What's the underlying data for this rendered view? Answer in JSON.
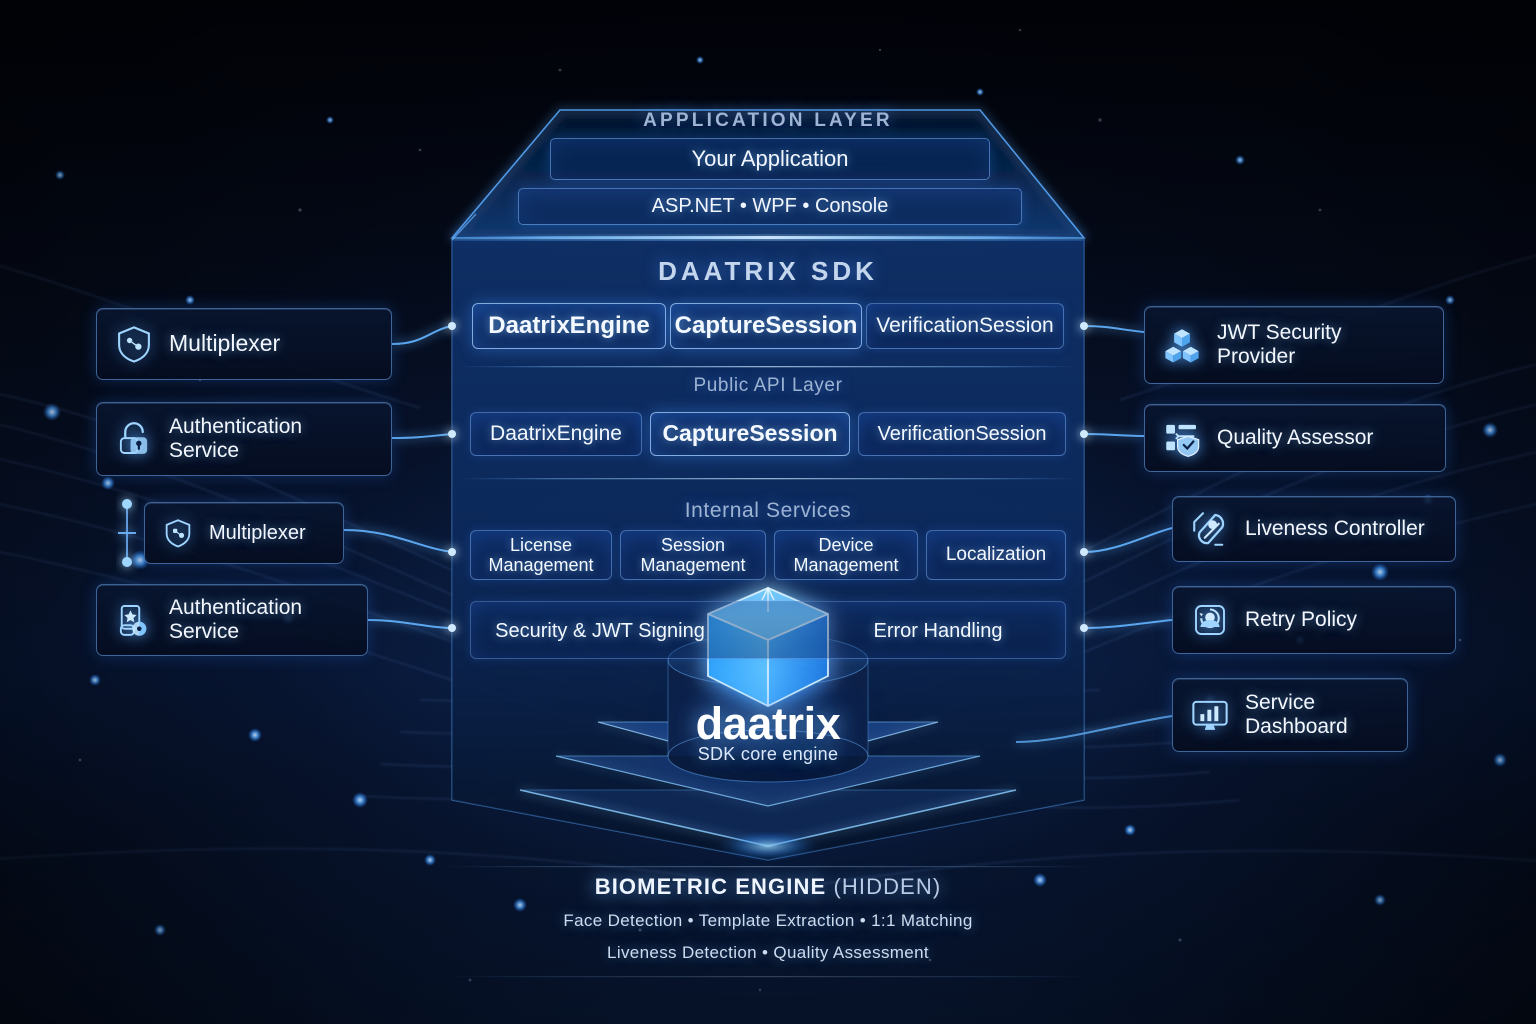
{
  "colors": {
    "accent": "#3f8ef5",
    "glow": "#7ec4ff",
    "panel_bg": "#081733",
    "sdk_bg": "#0d2a5c",
    "text": "#f2f7ff",
    "muted": "#9fb4d4"
  },
  "app_layer": {
    "title": "APPLICATION LAYER",
    "boxes": [
      {
        "label": "Your Application"
      },
      {
        "label": "ASP.NET • WPF • Console"
      }
    ]
  },
  "sdk": {
    "title": "DAATRIX SDK",
    "top_row": [
      {
        "label": "DaatrixEngine",
        "emphasis": true
      },
      {
        "label": "CaptureSession",
        "emphasis": true
      },
      {
        "label": "VerificationSession",
        "emphasis": false
      }
    ],
    "public_api": {
      "label": "Public API Layer",
      "items": [
        {
          "label": "DaatrixEngine",
          "emphasis": false
        },
        {
          "label": "CaptureSession",
          "emphasis": true
        },
        {
          "label": "VerificationSession",
          "emphasis": false
        }
      ]
    },
    "internal_services": {
      "label": "Internal Services",
      "items": [
        {
          "label": "License Management"
        },
        {
          "label": "Session Management"
        },
        {
          "label": "Device Management"
        },
        {
          "label": "Localization"
        }
      ],
      "wide_items": [
        {
          "label": "Security & JWT Signing"
        },
        {
          "label": "Error Handling"
        }
      ]
    }
  },
  "core": {
    "brand": "daatrix",
    "tagline": "SDK core engine",
    "icon": "cube-icon"
  },
  "left_panels": [
    {
      "label": "Multiplexer",
      "icon": "shield-nodes-icon",
      "lines": 1
    },
    {
      "label": "Authentication\nService",
      "icon": "lock-icon",
      "lines": 2
    },
    {
      "label": "Multiplexer",
      "icon": "shield-nodes-small-icon",
      "lines": 1
    },
    {
      "label": "Authentication\nService",
      "icon": "id-badge-icon",
      "lines": 2
    }
  ],
  "right_panels": [
    {
      "label": "JWT Security\nProvider",
      "icon": "cubes-icon",
      "lines": 2
    },
    {
      "label": "Quality Assessor",
      "icon": "shield-chart-icon",
      "lines": 1
    },
    {
      "label": "Liveness Controller",
      "icon": "face-scan-icon",
      "lines": 1
    },
    {
      "label": "Retry Policy",
      "icon": "retry-face-icon",
      "lines": 1
    },
    {
      "label": "Service\nDashboard",
      "icon": "monitor-chart-icon",
      "lines": 2
    }
  ],
  "footer": {
    "title_strong": "BIOMETRIC ENGINE",
    "title_dim": "(HIDDEN)",
    "line1": "Face Detection  •  Template Extraction  •  1:1 Matching",
    "line2": "Liveness Detection   •   Quality Assessment"
  }
}
